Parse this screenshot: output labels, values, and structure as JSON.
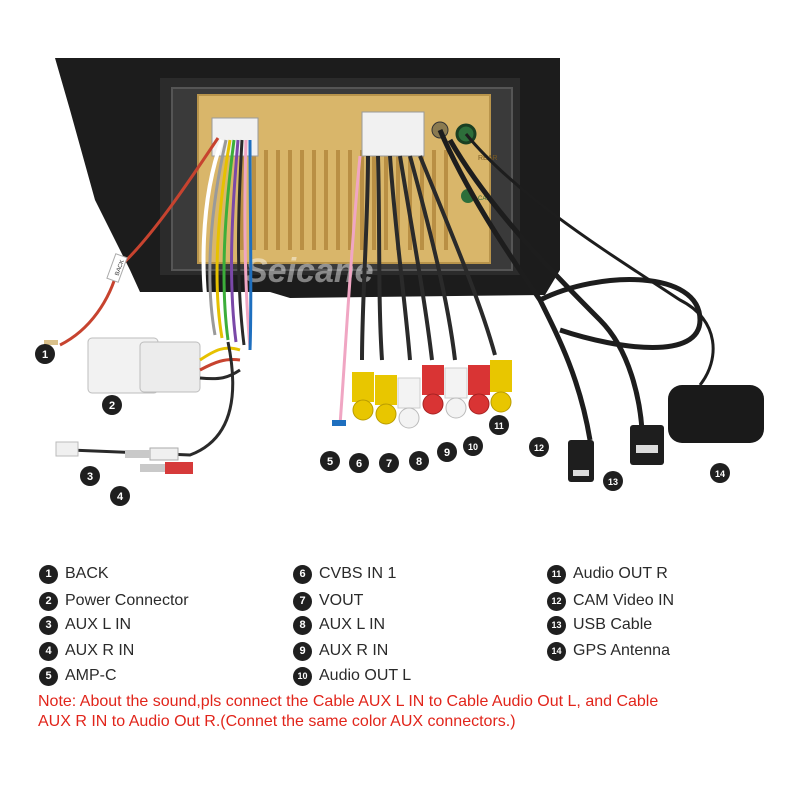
{
  "watermark": "Seicane",
  "board_labels": {
    "label_a": "REAR",
    "label_b": "CAM",
    "tag_back": "BACK"
  },
  "callouts": [
    "1",
    "2",
    "3",
    "4",
    "5",
    "6",
    "7",
    "8",
    "9",
    "10",
    "11",
    "12",
    "13",
    "14"
  ],
  "legend": [
    {
      "num": "1",
      "label": "BACK"
    },
    {
      "num": "2",
      "label": "Power Connector"
    },
    {
      "num": "3",
      "label": "AUX L IN"
    },
    {
      "num": "4",
      "label": "AUX R IN"
    },
    {
      "num": "5",
      "label": "AMP-C"
    },
    {
      "num": "6",
      "label": "CVBS IN 1"
    },
    {
      "num": "7",
      "label": "VOUT"
    },
    {
      "num": "8",
      "label": "AUX L IN"
    },
    {
      "num": "9",
      "label": "AUX R IN"
    },
    {
      "num": "10",
      "label": "Audio OUT L"
    },
    {
      "num": "11",
      "label": "Audio OUT R"
    },
    {
      "num": "12",
      "label": "CAM Video IN"
    },
    {
      "num": "13",
      "label": "USB Cable"
    },
    {
      "num": "14",
      "label": "GPS Antenna"
    }
  ],
  "note": {
    "line1": "Note: About the sound,pls connect the Cable AUX L IN to Cable Audio Out L, and Cable",
    "line2": "AUX R IN to  Audio Out R.(Connet the same color AUX connectors.)"
  },
  "colors": {
    "note_red": "#e1251b",
    "board": "#d9b66a",
    "frame": "#1c1c1c"
  }
}
